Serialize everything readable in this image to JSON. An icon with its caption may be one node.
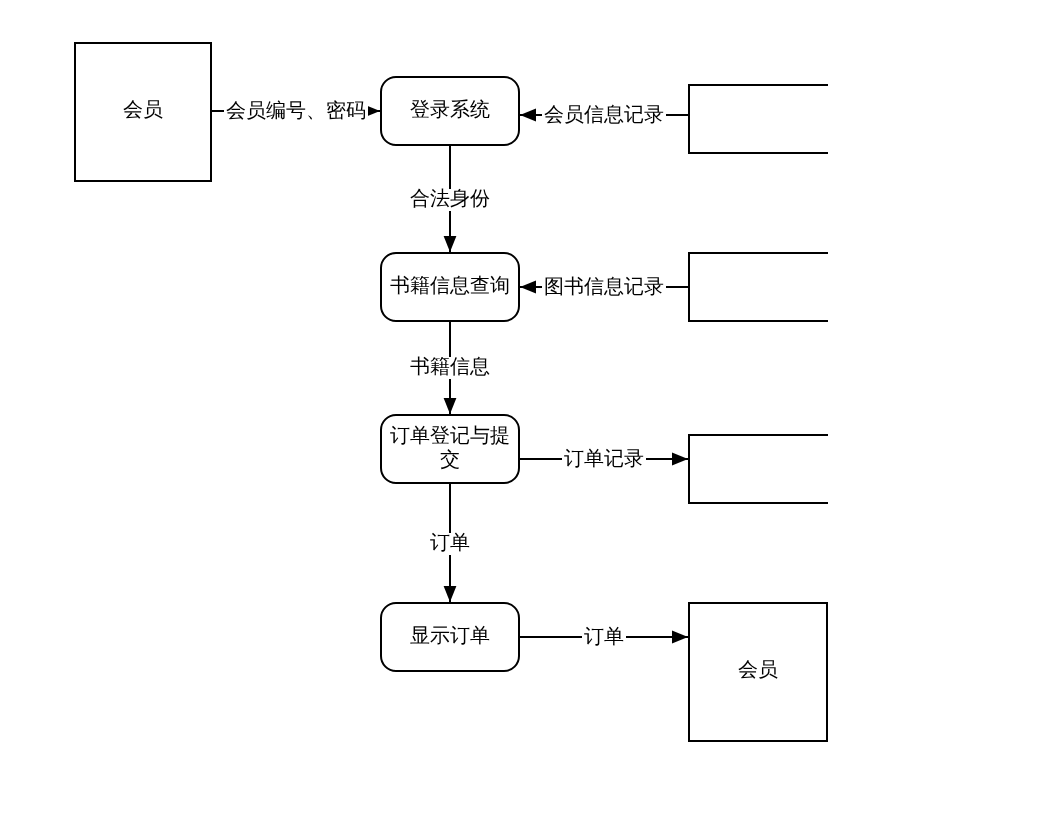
{
  "diagram": {
    "nodes": [
      {
        "text": [
          "会员"
        ]
      },
      {
        "text": [
          "登录系统"
        ]
      },
      {
        "text": [],
        "shape": "box"
      },
      {
        "text": [
          "书籍信息查询"
        ]
      },
      {
        "text": [],
        "shape": "box"
      },
      {
        "text": [
          "订单登记与提交"
        ]
      },
      {
        "text": [],
        "shape": "box"
      },
      {
        "text": [
          "显示订单"
        ]
      },
      {
        "text": [
          "会员"
        ]
      }
    ],
    "edges": [
      {
        "from": 0,
        "to": 1,
        "arrow": "to",
        "label": "会员编号、密码"
      },
      {
        "from": 2,
        "to": 1,
        "arrow": "to",
        "label": "会员信息记录"
      },
      {
        "from": 1,
        "to": 3,
        "arrow": "to",
        "label": "合法身份"
      },
      {
        "from": 4,
        "to": 3,
        "arrow": "to",
        "label": "图书信息记录"
      },
      {
        "from": 3,
        "to": 5,
        "arrow": "to",
        "label": "书籍信息"
      },
      {
        "from": 5,
        "to": 6,
        "arrow": "to",
        "label": "订单记录"
      },
      {
        "from": 5,
        "to": 7,
        "arrow": "to",
        "label": "订单"
      },
      {
        "from": 7,
        "to": 8,
        "arrow": "to",
        "label": "订单"
      }
    ]
  }
}
